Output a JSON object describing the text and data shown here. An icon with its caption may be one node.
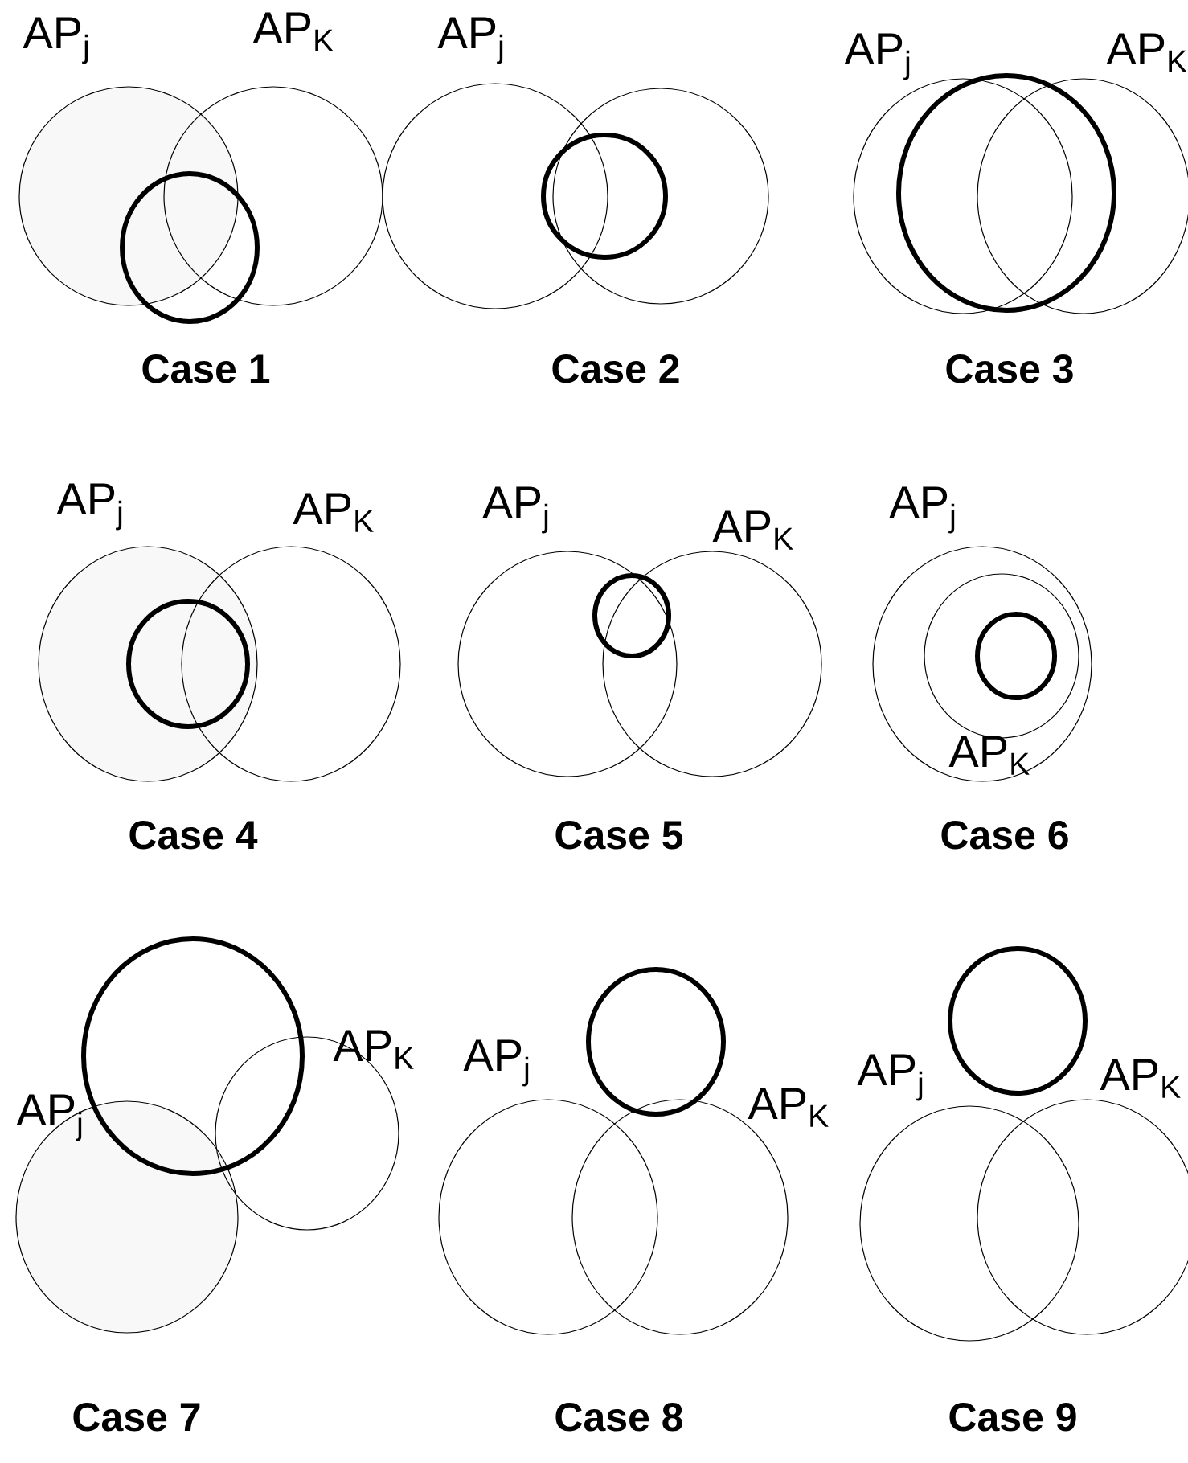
{
  "diagram": {
    "nodes": [
      {
        "text": [
          "AP$_{j}$"
        ]
      },
      {
        "text": [
          "AP$_{K}$"
        ]
      },
      {
        "text": [],
        "shape": "circle"
      },
      {
        "text": [
          "AP$_{j}$"
        ]
      },
      {
        "text": [],
        "shape": "circle"
      },
      {
        "text": [],
        "shape": "circle"
      },
      {
        "text": [
          "AP$_{j}$"
        ]
      },
      {
        "text": [
          "AP$_{K}$"
        ]
      },
      {
        "text": [],
        "shape": "circle"
      },
      {
        "text": [
          "AP$_{j}$"
        ]
      },
      {
        "text": [
          "AP$_{K}$"
        ]
      },
      {
        "text": [],
        "shape": "circle",
        "in": 9
      },
      {
        "text": [
          "AP$_{j}$"
        ]
      },
      {
        "text": [
          "AP$_{K}$"
        ]
      },
      {
        "text": [],
        "shape": "circle",
        "in": 12
      },
      {
        "text": [
          "AP$_{j}$"
        ]
      },
      {
        "text": [
          "AP$_{K}$"
        ],
        "in": 15
      },
      {
        "text": [],
        "shape": "circle",
        "in": 16
      },
      {
        "text": [
          "AP$_{j}$"
        ]
      },
      {
        "text": [
          "AP$_{K}$"
        ]
      },
      {
        "text": [],
        "shape": "circle"
      },
      {
        "text": [
          "AP$_{j}$"
        ]
      },
      {
        "text": [
          "AP$_{K}$"
        ]
      },
      {
        "text": [],
        "shape": "circle"
      },
      {
        "text": [
          "AP$_{j}$"
        ]
      },
      {
        "text": [
          "AP$_{K}$"
        ]
      },
      {
        "text": [],
        "shape": "circle"
      }
    ],
    "labels": [
      "Case 1",
      "Case 2",
      "Case 3",
      "Case 4",
      "Case 5",
      "Case 6",
      "Case 7",
      "Case 8",
      "Case 9"
    ]
  }
}
